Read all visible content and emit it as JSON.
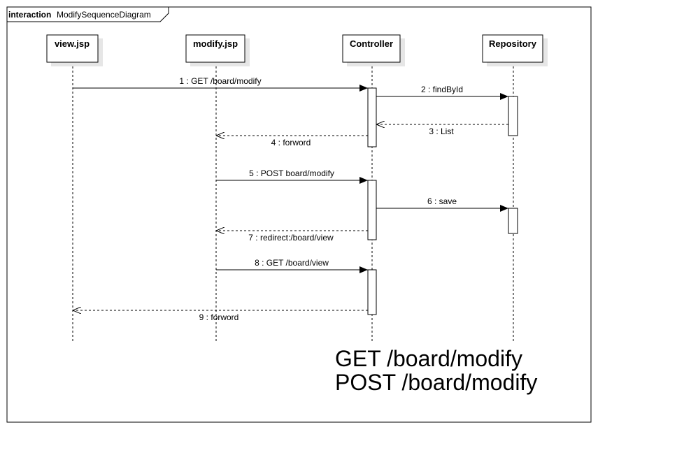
{
  "frame": {
    "keyword": "interaction",
    "name": "ModifySequenceDiagram"
  },
  "lifelines": [
    {
      "id": "view",
      "label": "view.jsp"
    },
    {
      "id": "modify",
      "label": "modify.jsp"
    },
    {
      "id": "controller",
      "label": "Controller"
    },
    {
      "id": "repository",
      "label": "Repository"
    }
  ],
  "messages": [
    {
      "label": "1 : GET /board/modify",
      "from": "view",
      "to": "controller",
      "kind": "sync"
    },
    {
      "label": "2 : findById",
      "from": "controller",
      "to": "repository",
      "kind": "sync"
    },
    {
      "label": "3 : List",
      "from": "repository",
      "to": "controller",
      "kind": "return"
    },
    {
      "label": "4 : forword",
      "from": "controller",
      "to": "modify",
      "kind": "return"
    },
    {
      "label": "5 : POST board/modify",
      "from": "modify",
      "to": "controller",
      "kind": "sync"
    },
    {
      "label": "6 : save",
      "from": "controller",
      "to": "repository",
      "kind": "sync"
    },
    {
      "label": "7 : redirect:/board/view",
      "from": "controller",
      "to": "modify",
      "kind": "return"
    },
    {
      "label": "8 : GET /board/view",
      "from": "modify",
      "to": "controller",
      "kind": "sync"
    },
    {
      "label": "9 : forword",
      "from": "controller",
      "to": "view",
      "kind": "return"
    }
  ],
  "note": {
    "lines": [
      "GET /board/modify",
      "POST /board/modify"
    ]
  }
}
